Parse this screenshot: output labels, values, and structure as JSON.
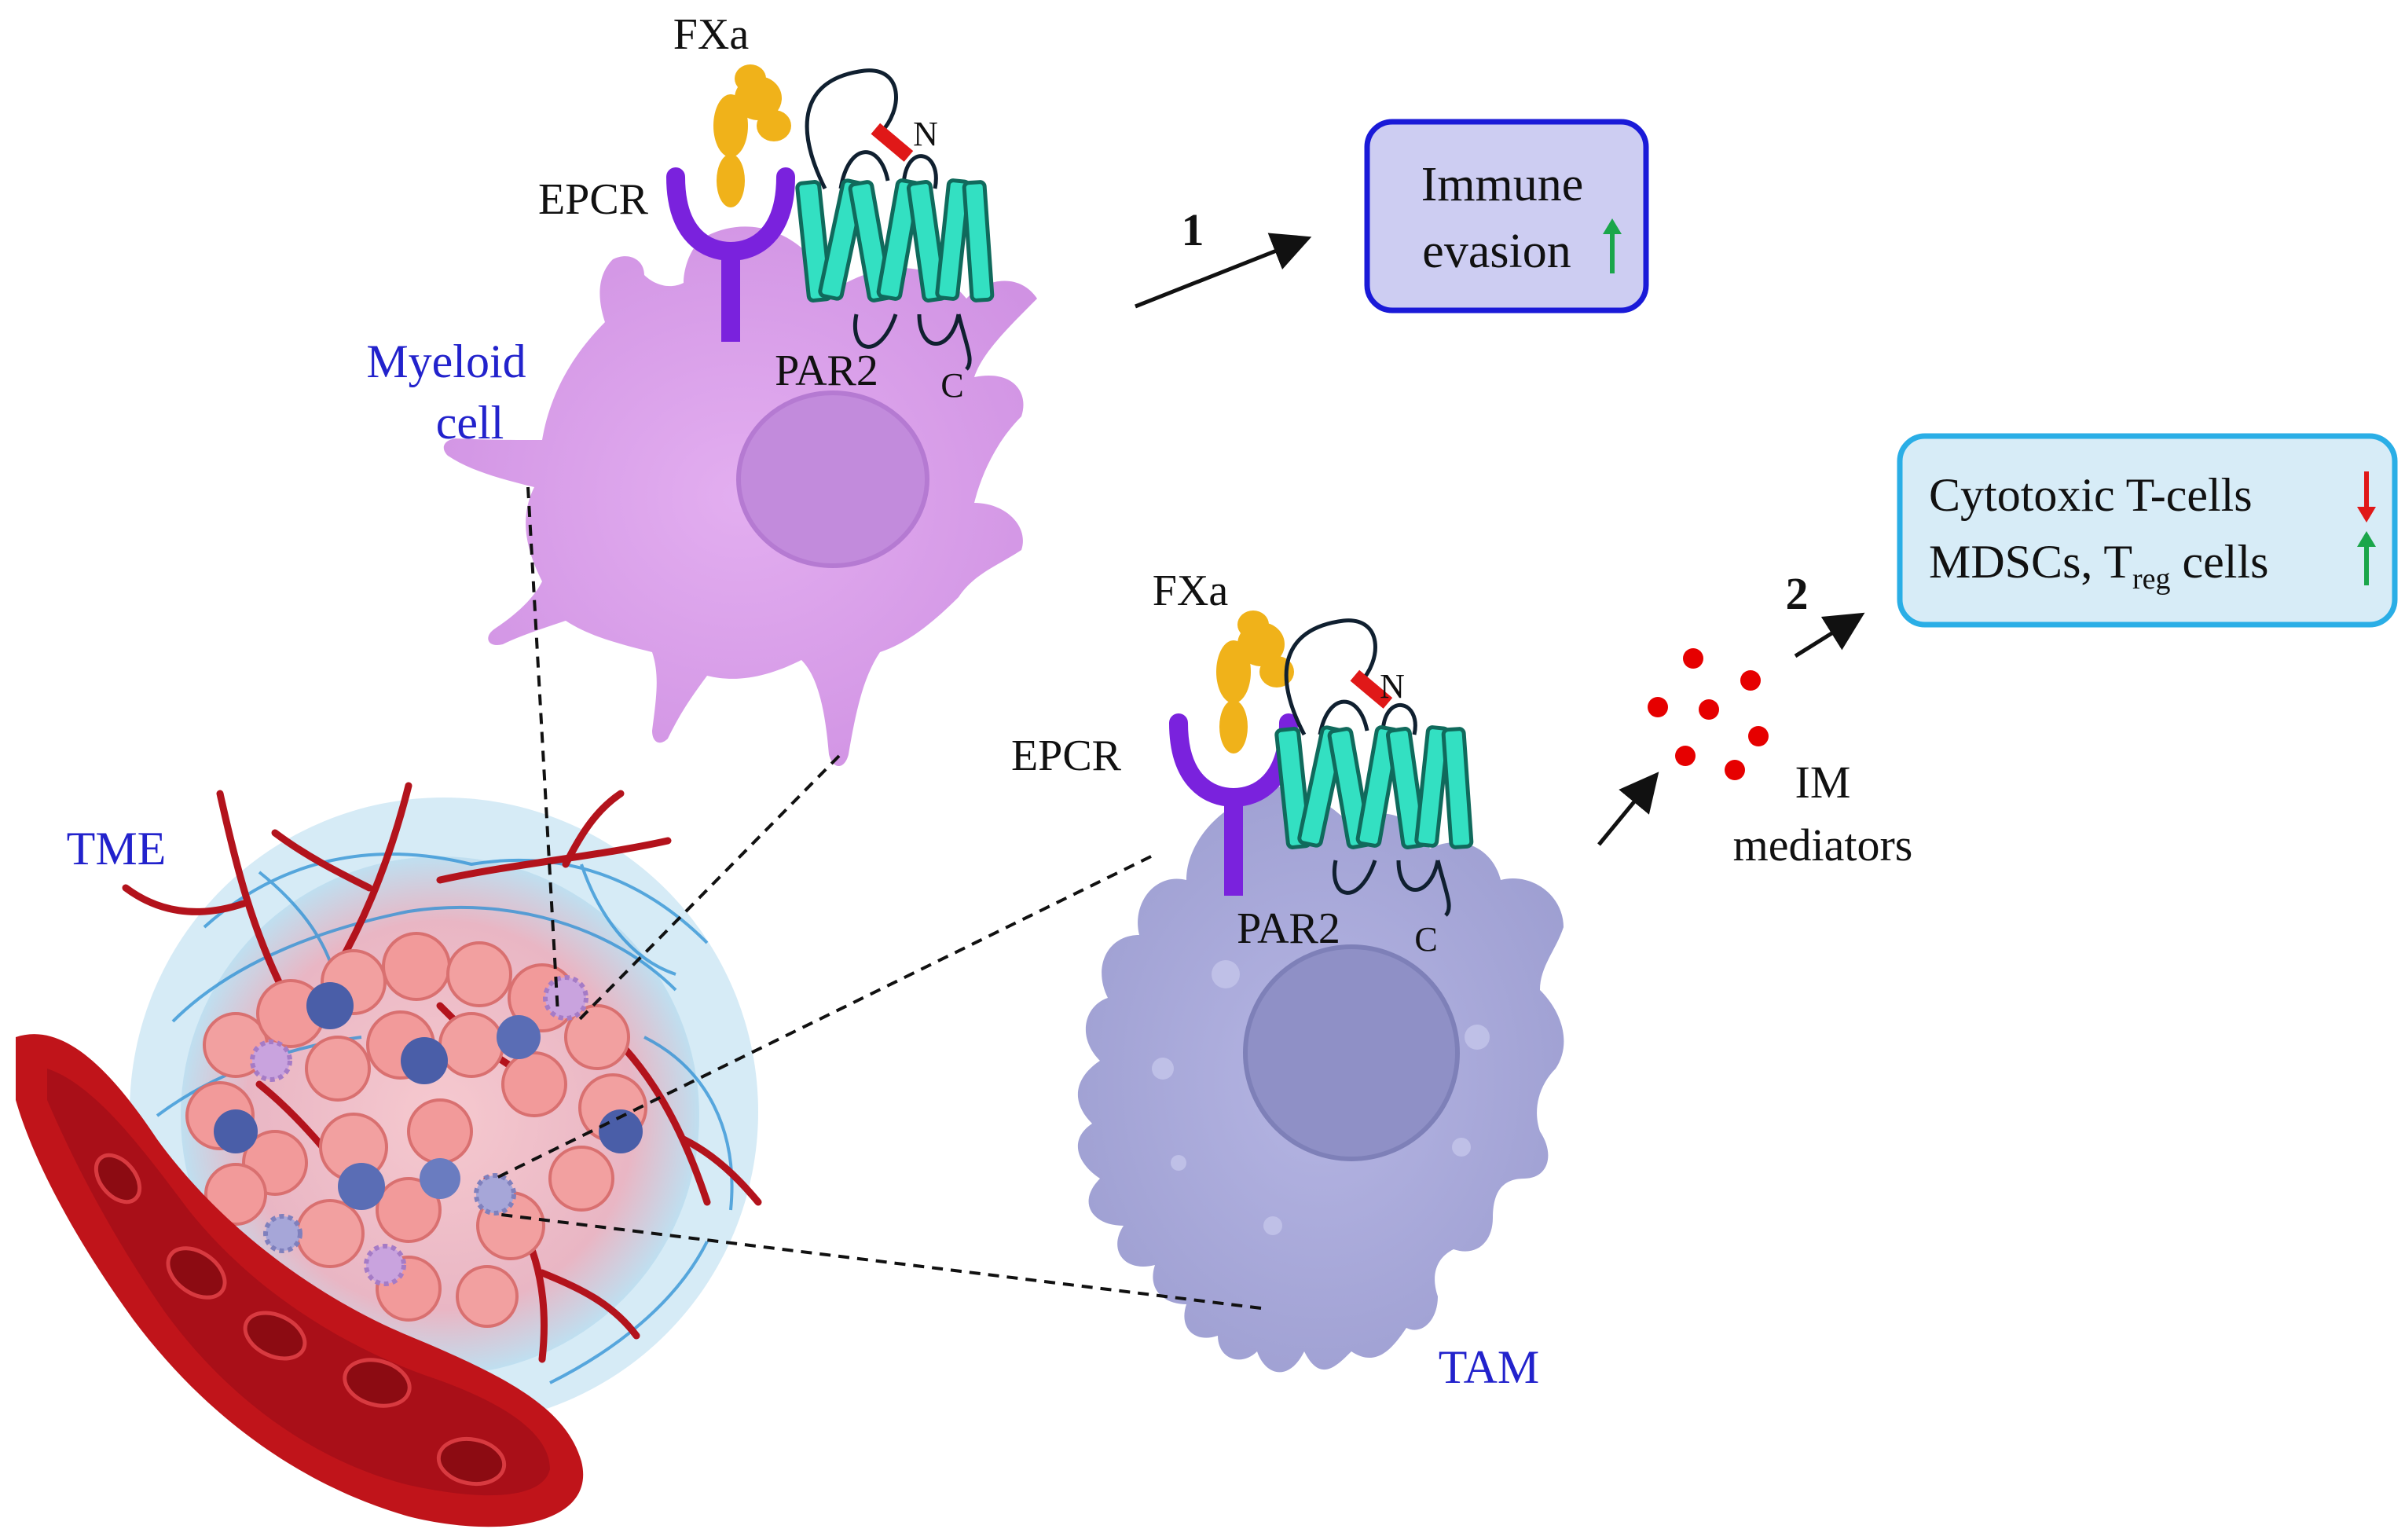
{
  "labels": {
    "fxa_top": "FXa",
    "epcr_top": "EPCR",
    "n_top": "N",
    "c_top": "C",
    "par2_top": "PAR2",
    "myeloid_line1": "Myeloid",
    "myeloid_line2": "cell",
    "fxa_bottom": "FXa",
    "epcr_bottom": "EPCR",
    "n_bottom": "N",
    "c_bottom": "C",
    "par2_bottom": "PAR2",
    "tme": "TME",
    "tam": "TAM",
    "im_line1": "IM",
    "im_line2": "mediators"
  },
  "steps": {
    "one": "1",
    "two": "2"
  },
  "box_immune": {
    "line1": "Immune",
    "line2": "evasion"
  },
  "box_cells": {
    "line1": "Cytotoxic T-cells",
    "line2_prefix": "MDSCs, T",
    "line2_sub": "reg",
    "line2_suffix": " cells"
  },
  "colors": {
    "myeloid_cell": "#dba0e8",
    "tam_cell": "#aaaada",
    "epcr": "#7a22dd",
    "fxa": "#f0b21a",
    "par2_helix": "#33e0c2",
    "blood_vessel": "#c0141a",
    "box1_border": "#1a1ad8",
    "box1_fill": "#cdcdf2",
    "box2_border": "#2aaee6",
    "box2_fill": "#d7ecf7",
    "arrow_up": "#1aa64a",
    "arrow_down": "#e01818",
    "mediator_dots": "#e60000"
  }
}
